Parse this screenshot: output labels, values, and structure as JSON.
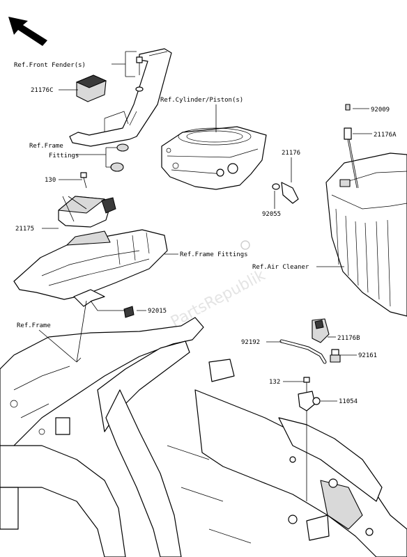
{
  "watermark": "PartsRepublik",
  "labels": {
    "ref_front_fender": "Ref.Front Fender(s)",
    "p21176C": "21176C",
    "ref_cylinder": "Ref.Cylinder/Piston(s)",
    "p92009": "92009",
    "p21176A": "21176A",
    "ref_frame_fittings_1": "Ref.Frame",
    "ref_frame_fittings_2": "Fittings",
    "p21176": "21176",
    "p130": "130",
    "p92055": "92055",
    "p21175": "21175",
    "ref_frame_fittings_b": "Ref.Frame Fittings",
    "ref_air_cleaner": "Ref.Air Cleaner",
    "p92015": "92015",
    "ref_frame": "Ref.Frame",
    "p21176B": "21176B",
    "p92192": "92192",
    "p92161": "92161",
    "p132": "132",
    "p11054": "11054"
  },
  "icons": {
    "direction": "arrow-up-left-icon"
  }
}
